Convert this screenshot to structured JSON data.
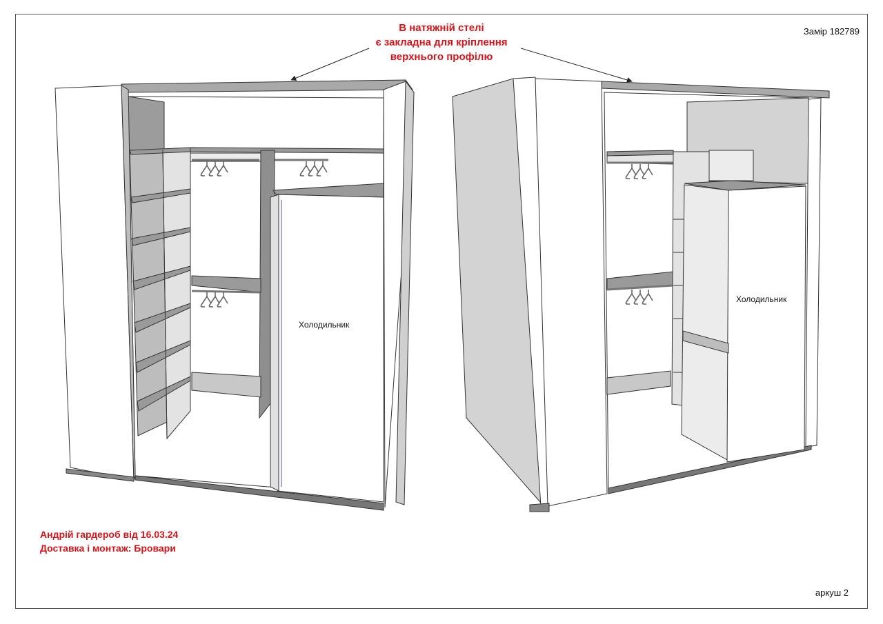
{
  "annotation": {
    "lines": [
      "В натяжній стелі",
      "є закладна для кріплення",
      "верхнього профілю"
    ]
  },
  "measurement_label": "Замір 182789",
  "client": {
    "line1": "Андрій гардероб від 16.03.24",
    "line2": "Доставка і монтаж: Бровари"
  },
  "sheet_label": "аркуш 2",
  "views": {
    "left": {
      "fridge_label": "Холодильник"
    },
    "right": {
      "fridge_label": "Холодильник"
    }
  },
  "colors": {
    "annotation_red": "#d7141a",
    "panel_white": "#ffffff",
    "panel_gray": "#d9d9d9",
    "shadow_gray": "#a6a6a6",
    "outline": "#333333"
  }
}
